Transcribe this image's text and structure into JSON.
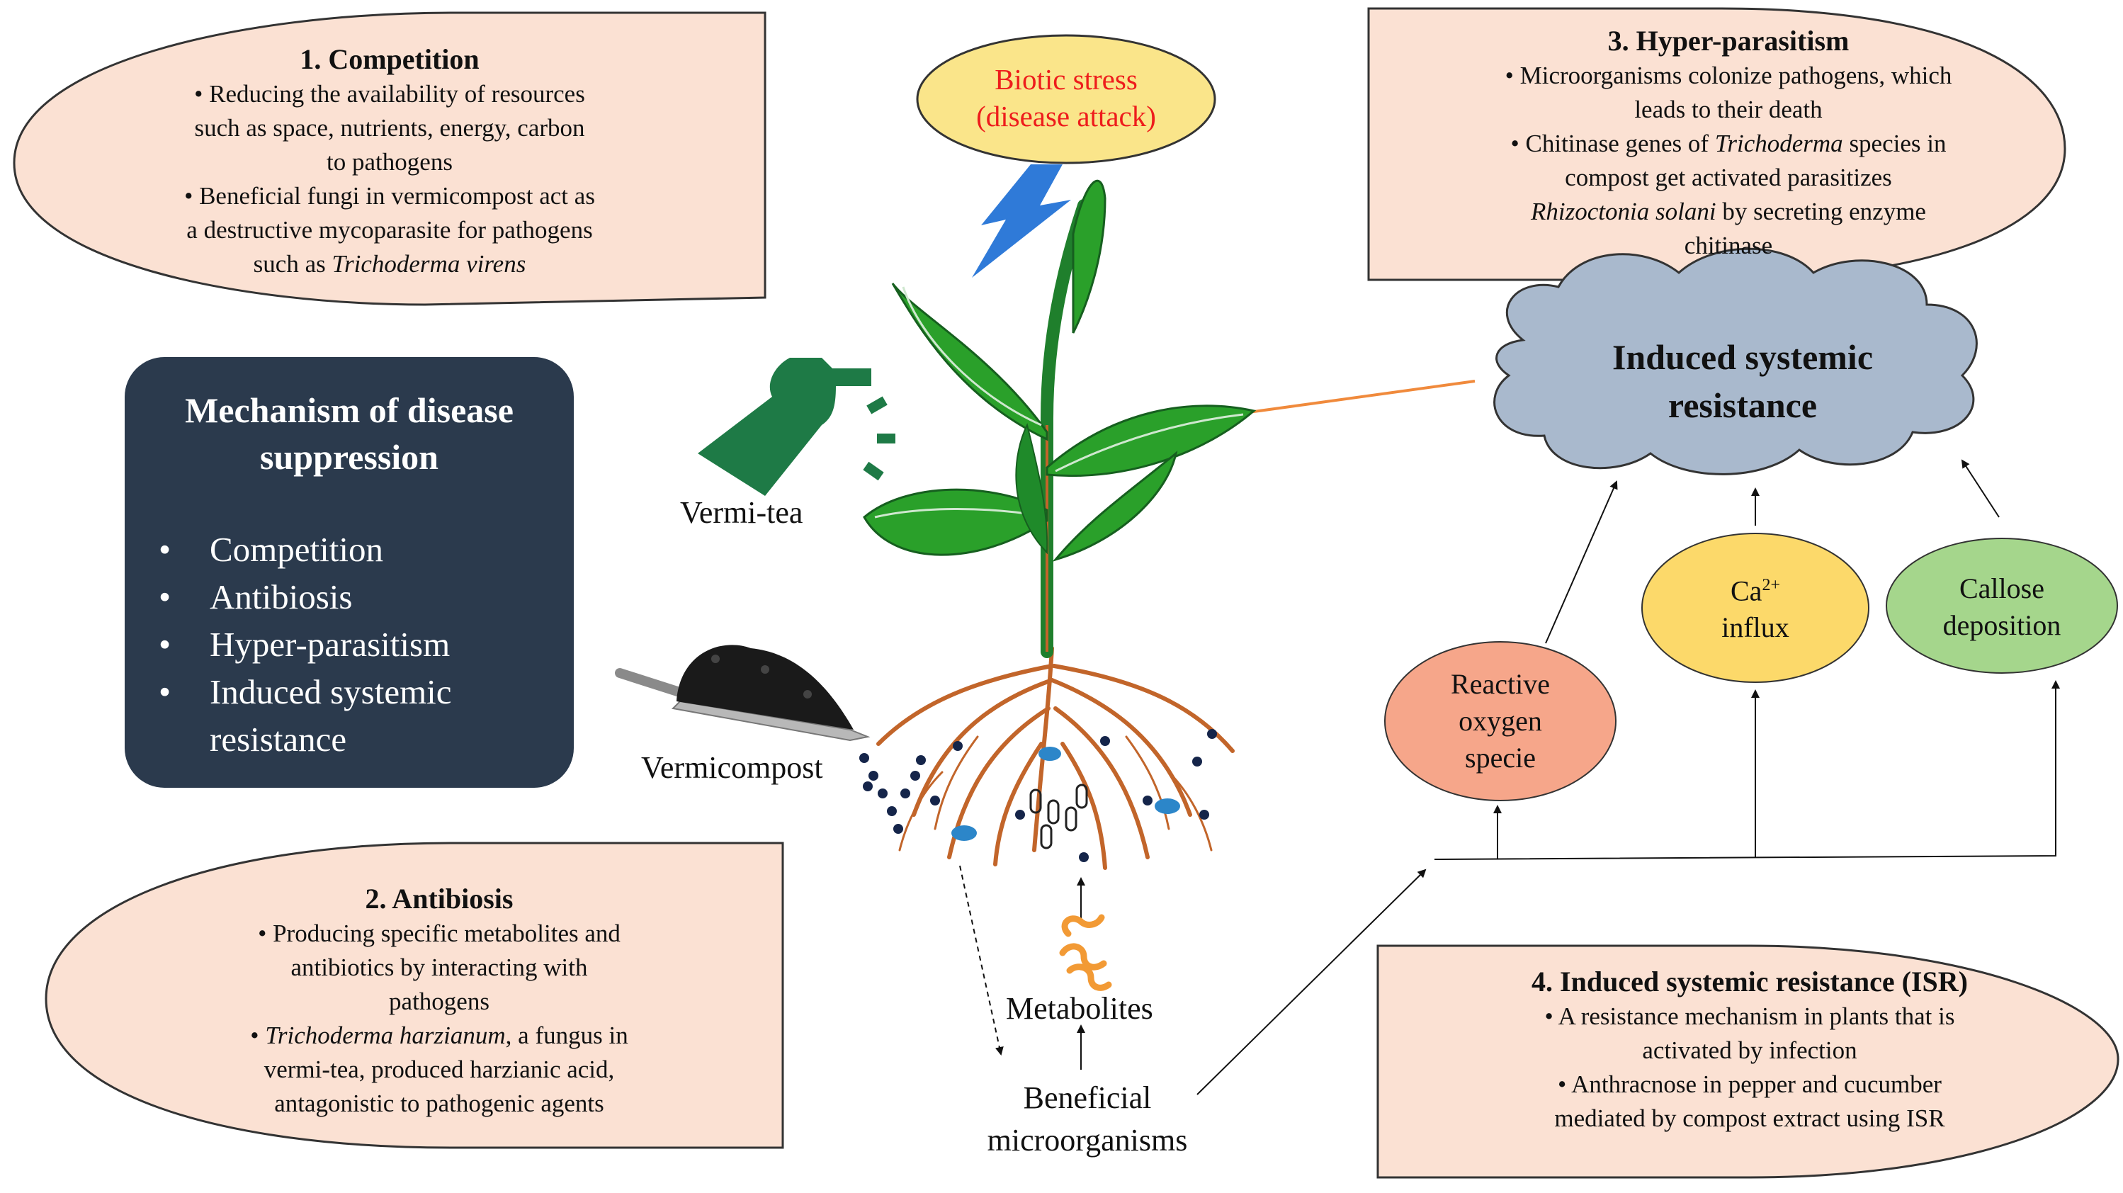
{
  "panel": {
    "title_line1": "Mechanism of disease",
    "title_line2": "suppression",
    "items": [
      "Competition",
      "Antibiosis",
      "Hyper-parasitism",
      "Induced systemic",
      "resistance"
    ]
  },
  "competition": {
    "title": "1.  Competition",
    "b1_l1": "Reducing the availability of resources",
    "b1_l2": "such as space, nutrients, energy, carbon",
    "b1_l3": "to pathogens",
    "b2_l1": "Beneficial fungi in vermicompost act as",
    "b2_l2": "a destructive mycoparasite for pathogens",
    "b2_l3_pre": "such as ",
    "b2_l3_em": "Trichoderma virens"
  },
  "antibiosis": {
    "title": "2. Antibiosis",
    "b1_l1": "Producing specific metabolites and",
    "b1_l2": "antibiotics by interacting with",
    "b1_l3": "pathogens",
    "b2_l1_em": "Trichoderma harzianum",
    "b2_l1_post": ", a fungus in",
    "b2_l2": "vermi-tea, produced harzianic acid,",
    "b2_l3": "antagonistic to pathogenic agents"
  },
  "hyper": {
    "title": "3. Hyper-parasitism",
    "b1_l1": "Microorganisms colonize pathogens, which",
    "b1_l2": "leads to their death",
    "b2_l1_pre": "Chitinase genes of ",
    "b2_l1_em": "Trichoderma",
    "b2_l1_post": " species in",
    "b2_l2": "compost get activated parasitizes",
    "b2_l3_em": "Rhizoctonia solani",
    "b2_l3_post": " by secreting enzyme",
    "b2_l4": "chitinase"
  },
  "isr": {
    "title": "4. Induced systemic resistance (ISR)",
    "b1_l1": "A resistance mechanism in plants that is",
    "b1_l2": "activated by infection",
    "b2_l1": "Anthracnose in pepper and cucumber",
    "b2_l2": "mediated by compost extract using ISR"
  },
  "biotic": {
    "l1": "Biotic stress",
    "l2": "(disease attack)"
  },
  "cloud": {
    "l1": "Induced systemic",
    "l2": "resistance"
  },
  "ros": {
    "l1": "Reactive",
    "l2": "oxygen",
    "l3": "specie"
  },
  "ca": {
    "l1": "Ca",
    "sup": "2+",
    "l2": "influx"
  },
  "callose": {
    "l1": "Callose",
    "l2": "deposition"
  },
  "labels": {
    "vermitea": "Vermi-tea",
    "vermicompost": "Vermicompost",
    "metabolites": "Metabolites",
    "beneficial_l1": "Beneficial",
    "beneficial_l2": "microorganisms"
  },
  "colors": {
    "box_fill": "#fbe1d3",
    "panel_fill": "#2b3a4d",
    "biotic_fill": "#fae58a",
    "biotic_text": "#ee1c1c",
    "cloud_fill": "#a9b9cd",
    "ros_fill": "#f6a68a",
    "ca_fill": "#fcd96a",
    "callose_fill": "#a5d68c",
    "leaf_green": "#2aa02a",
    "root_brown": "#c2652a",
    "spray_green": "#1e7a46",
    "arrow_orange": "#f08a3c"
  }
}
